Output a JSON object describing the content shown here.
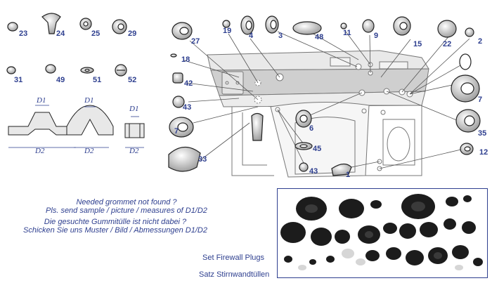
{
  "part_numbers": {
    "p23": "23",
    "p24": "24",
    "p25": "25",
    "p29": "29",
    "p31": "31",
    "p49": "49",
    "p51": "51",
    "p52": "52",
    "p19": "19",
    "p4": "4",
    "p3": "3",
    "p48": "48",
    "p11": "11",
    "p9": "9",
    "p15": "15",
    "p22": "22",
    "p2": "2",
    "p27": "27",
    "p18": "18",
    "p42": "42",
    "p43a": "43",
    "p7a": "7",
    "p33": "33",
    "p6": "6",
    "p45": "45",
    "p43b": "43",
    "p1": "1",
    "p7b": "7",
    "p35": "35",
    "p12": "12"
  },
  "dimension_labels": {
    "d1_a": "D1",
    "d2_a": "D2",
    "d1_b": "D1",
    "d2_b": "D2",
    "d1_c": "D1",
    "d2_c": "D2"
  },
  "notes": {
    "line1": "Needed grommet not found ?",
    "line2": "Pls. send sample / picture / measures of D1/D2",
    "line3": "Die gesuchte Gummitülle ist nicht dabei ?",
    "line4": "Schicken Sie uns Muster / Bild / Abmessungen D1/D2"
  },
  "set_labels": {
    "english": "Set Firewall Plugs",
    "german": "Satz Stirnwandtüllen"
  },
  "colors": {
    "label_blue": "#2e3f8f",
    "panel_fill": "#cfcfcf",
    "line_gray": "#777777",
    "rubber_dark": "#1c1c1c"
  }
}
